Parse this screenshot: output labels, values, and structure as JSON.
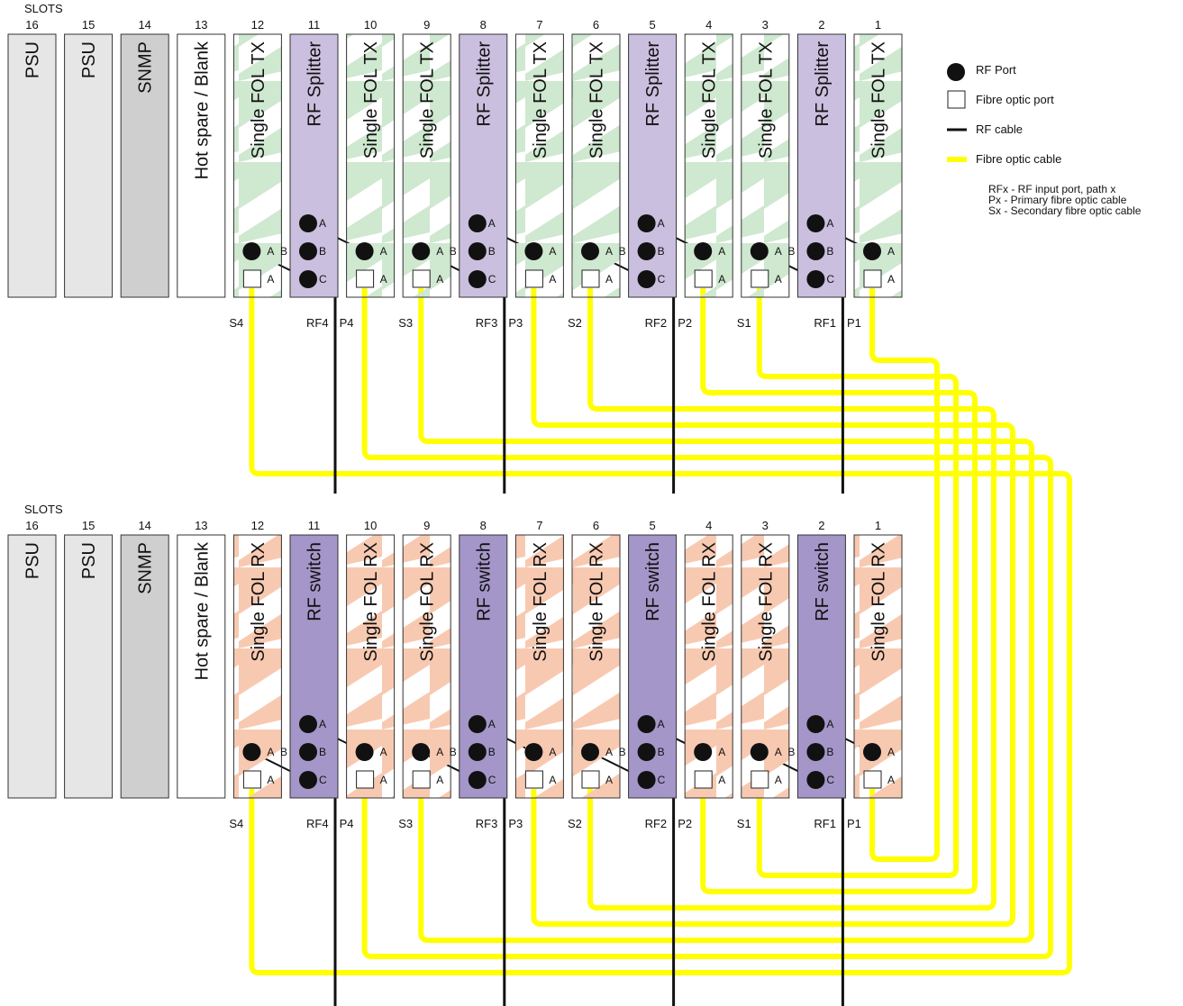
{
  "header": {
    "slots_label": "SLOTS"
  },
  "colors": {
    "psu_fill": "#e6e6e6",
    "snmp_fill": "#cfcfcf",
    "blank_fill": "#ffffff",
    "tx_hatch": "#cfe8d0",
    "rx_hatch": "#f8c9b1",
    "splitter_fill": "#cbbfdf",
    "switch_fill": "#a496c8",
    "fibre_cable": "#ffff00",
    "rf_cable": "#111111",
    "port": "#111111"
  },
  "racks": [
    {
      "id": "top",
      "slots": [
        {
          "num": "16",
          "type": "psu",
          "label": "PSU"
        },
        {
          "num": "15",
          "type": "psu",
          "label": "PSU"
        },
        {
          "num": "14",
          "type": "snmp",
          "label": "SNMP"
        },
        {
          "num": "13",
          "type": "blank",
          "label": "Hot spare / Blank"
        },
        {
          "num": "12",
          "type": "tx",
          "label": "Single FOL TX"
        },
        {
          "num": "11",
          "type": "splitter",
          "label": "RF Splitter"
        },
        {
          "num": "10",
          "type": "tx",
          "label": "Single FOL TX"
        },
        {
          "num": "9",
          "type": "tx",
          "label": "Single FOL TX"
        },
        {
          "num": "8",
          "type": "splitter",
          "label": "RF Splitter"
        },
        {
          "num": "7",
          "type": "tx",
          "label": "Single FOL TX"
        },
        {
          "num": "6",
          "type": "tx",
          "label": "Single FOL TX"
        },
        {
          "num": "5",
          "type": "splitter",
          "label": "RF Splitter"
        },
        {
          "num": "4",
          "type": "tx",
          "label": "Single FOL TX"
        },
        {
          "num": "3",
          "type": "tx",
          "label": "Single FOL TX"
        },
        {
          "num": "2",
          "type": "splitter",
          "label": "RF Splitter"
        },
        {
          "num": "1",
          "type": "tx",
          "label": "Single FOL TX"
        }
      ]
    },
    {
      "id": "bottom",
      "slots": [
        {
          "num": "16",
          "type": "psu",
          "label": "PSU"
        },
        {
          "num": "15",
          "type": "psu",
          "label": "PSU"
        },
        {
          "num": "14",
          "type": "snmp",
          "label": "SNMP"
        },
        {
          "num": "13",
          "type": "blank",
          "label": "Hot spare / Blank"
        },
        {
          "num": "12",
          "type": "rx",
          "label": "Single FOL RX"
        },
        {
          "num": "11",
          "type": "switch",
          "label": "RF switch"
        },
        {
          "num": "10",
          "type": "rx",
          "label": "Single FOL RX"
        },
        {
          "num": "9",
          "type": "rx",
          "label": "Single FOL RX"
        },
        {
          "num": "8",
          "type": "switch",
          "label": "RF switch"
        },
        {
          "num": "7",
          "type": "rx",
          "label": "Single FOL RX"
        },
        {
          "num": "6",
          "type": "rx",
          "label": "Single FOL RX"
        },
        {
          "num": "5",
          "type": "switch",
          "label": "RF switch"
        },
        {
          "num": "4",
          "type": "rx",
          "label": "Single FOL RX"
        },
        {
          "num": "3",
          "type": "rx",
          "label": "Single FOL RX"
        },
        {
          "num": "2",
          "type": "switch",
          "label": "RF switch"
        },
        {
          "num": "1",
          "type": "rx",
          "label": "Single FOL RX"
        }
      ]
    }
  ],
  "port_labels": {
    "a": "A",
    "b": "B",
    "c": "C"
  },
  "cable_labels": [
    "S4",
    "RF4",
    "P4",
    "S3",
    "RF3",
    "P3",
    "S2",
    "RF2",
    "P2",
    "S1",
    "RF1",
    "P1"
  ],
  "legend": {
    "rf_port": "RF Port",
    "fibre_port": "Fibre optic port",
    "rf_cable": "RF cable",
    "fibre_cable": "Fibre optic cable",
    "notes": [
      "RFx - RF input port, path x",
      "Px  - Primary fibre optic cable",
      "Sx  - Secondary fibre optic cable"
    ]
  }
}
